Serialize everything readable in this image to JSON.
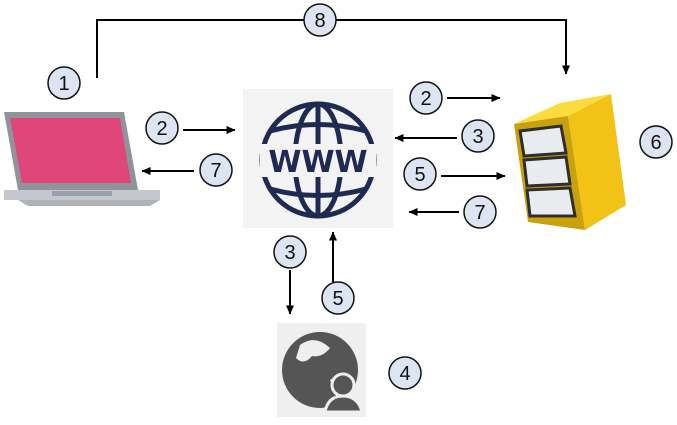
{
  "colors": {
    "navy": "#1f2a53",
    "screen": "#e0467a",
    "badge_fill": "#dde4f2",
    "server_gold": "#f2c316",
    "server_light": "#fadc3c",
    "server_dark": "#c9a10c",
    "icon_gray": "#555555",
    "arrow": "#000000"
  },
  "icons": {
    "laptop": "laptop-icon",
    "web": "www-globe-icon",
    "server": "server-icon",
    "dns": "globe-user-icon"
  },
  "www_label": "WWW",
  "steps": {
    "s1": "1",
    "s2a": "2",
    "s2b": "2",
    "s3a": "3",
    "s3b": "3",
    "s4": "4",
    "s5a": "5",
    "s5b": "5",
    "s6": "6",
    "s7a": "7",
    "s7b": "7",
    "s8": "8"
  }
}
